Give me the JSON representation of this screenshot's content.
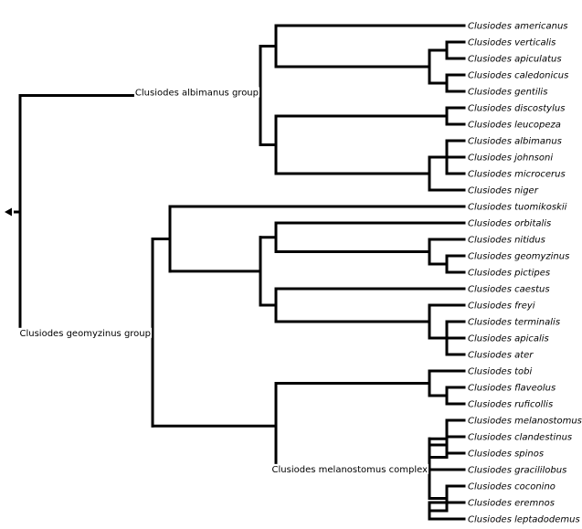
{
  "tree": {
    "root": {
      "children": [
        {
          "group_label": "Clusiodes albimanus group",
          "children": [
            {
              "children": [
                {
                  "taxon": "Clusiodes americanus"
                },
                {
                  "children": [
                    {
                      "children": [
                        {
                          "taxon": "Clusiodes verticalis"
                        },
                        {
                          "taxon": "Clusiodes apiculatus"
                        }
                      ]
                    },
                    {
                      "children": [
                        {
                          "taxon": "Clusiodes caledonicus"
                        },
                        {
                          "taxon": "Clusiodes gentilis"
                        }
                      ]
                    }
                  ]
                }
              ]
            },
            {
              "children": [
                {
                  "children": [
                    {
                      "taxon": "Clusiodes discostylus"
                    },
                    {
                      "taxon": "Clusiodes leucopeza"
                    }
                  ]
                },
                {
                  "children": [
                    {
                      "children": [
                        {
                          "taxon": "Clusiodes albimanus"
                        },
                        {
                          "taxon": "Clusiodes johnsoni"
                        },
                        {
                          "taxon": "Clusiodes microcerus"
                        }
                      ]
                    },
                    {
                      "taxon": "Clusiodes niger"
                    }
                  ]
                }
              ]
            }
          ]
        },
        {
          "group_label": "Clusiodes geomyzinus group",
          "children": [
            {
              "children": [
                {
                  "taxon": "Clusiodes tuomikoskii"
                },
                {
                  "children": [
                    {
                      "children": [
                        {
                          "taxon": "Clusiodes orbitalis"
                        },
                        {
                          "children": [
                            {
                              "taxon": "Clusiodes nitidus"
                            },
                            {
                              "children": [
                                {
                                  "taxon": "Clusiodes geomyzinus"
                                },
                                {
                                  "taxon": "Clusiodes pictipes"
                                }
                              ]
                            }
                          ]
                        }
                      ]
                    },
                    {
                      "children": [
                        {
                          "taxon": "Clusiodes caestus"
                        },
                        {
                          "children": [
                            {
                              "taxon": "Clusiodes freyi"
                            },
                            {
                              "children": [
                                {
                                  "taxon": "Clusiodes terminalis"
                                },
                                {
                                  "taxon": "Clusiodes apicalis"
                                },
                                {
                                  "taxon": "Clusiodes ater"
                                }
                              ]
                            }
                          ]
                        }
                      ]
                    }
                  ]
                }
              ]
            },
            {
              "children": [
                {
                  "children": [
                    {
                      "taxon": "Clusiodes tobi"
                    },
                    {
                      "children": [
                        {
                          "taxon": "Clusiodes flaveolus"
                        },
                        {
                          "taxon": "Clusiodes ruficollis"
                        }
                      ]
                    }
                  ]
                },
                {
                  "group_label": "Clusiodes melanostomus complex",
                  "children": [
                    {
                      "children": [
                        {
                          "taxon": "Clusiodes melanostomus"
                        },
                        {
                          "children": [
                            {
                              "children": [
                                {
                                  "taxon": "Clusiodes clandestinus"
                                },
                                {
                                  "taxon": "Clusiodes spinos"
                                }
                              ]
                            },
                            {
                              "taxon": "Clusiodes gracililobus"
                            }
                          ]
                        }
                      ]
                    },
                    {
                      "children": [
                        {
                          "taxon": "Clusiodes coconino"
                        },
                        {
                          "children": [
                            {
                              "taxon": "Clusiodes eremnos"
                            },
                            {
                              "taxon": "Clusiodes leptadodemus"
                            }
                          ]
                        }
                      ]
                    }
                  ]
                }
              ]
            }
          ]
        }
      ]
    }
  }
}
